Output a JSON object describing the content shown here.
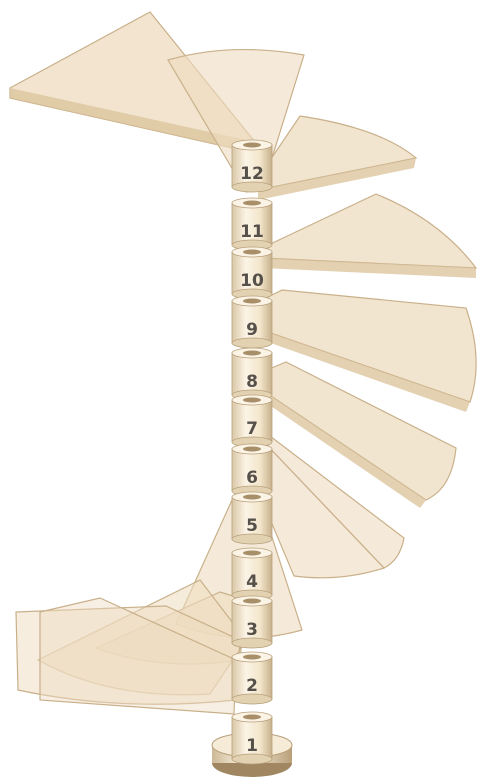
{
  "steps": [
    {
      "label": "1"
    },
    {
      "label": "2"
    },
    {
      "label": "3"
    },
    {
      "label": "4"
    },
    {
      "label": "5"
    },
    {
      "label": "6"
    },
    {
      "label": "7"
    },
    {
      "label": "8"
    },
    {
      "label": "9"
    },
    {
      "label": "10"
    },
    {
      "label": "11"
    },
    {
      "label": "12"
    }
  ],
  "colors": {
    "tread_fill": "#eedcc0",
    "tread_edge": "#c9b08a",
    "column_fill": "#f7edd9",
    "column_shadow": "#b59d78",
    "label": "#55504a"
  }
}
